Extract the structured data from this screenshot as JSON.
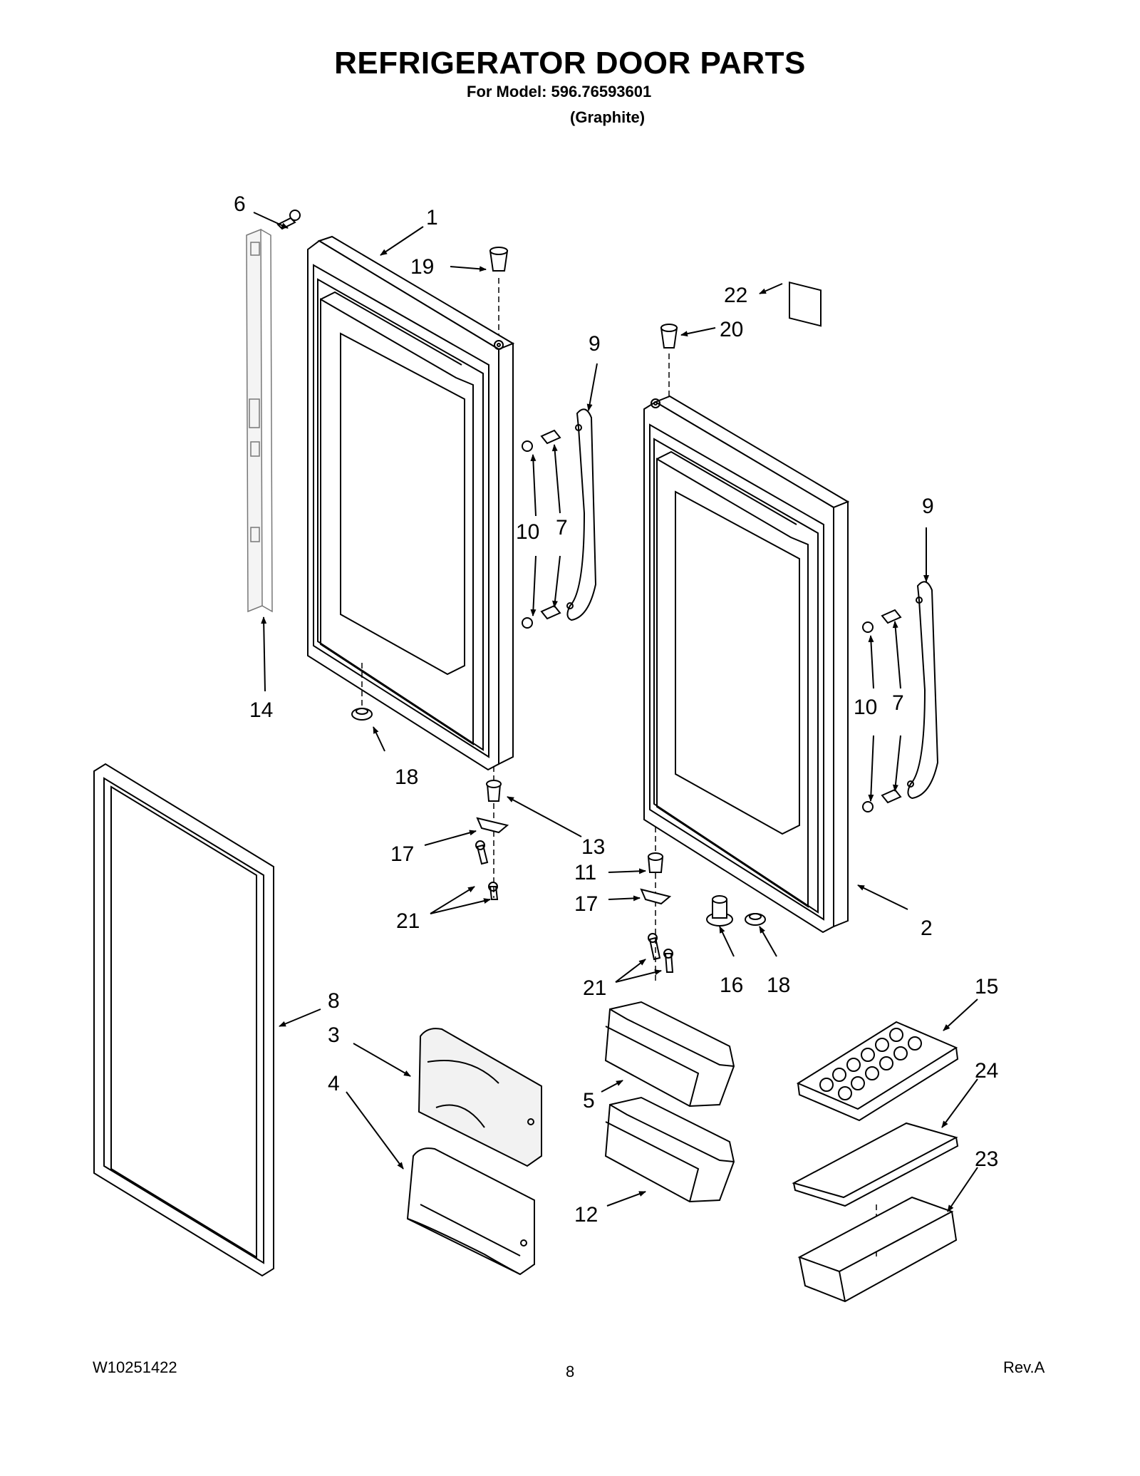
{
  "header": {
    "title": "REFRIGERATOR DOOR PARTS",
    "model_line": "For Model: 596.76593601",
    "color_line": "(Graphite)"
  },
  "callouts": {
    "c1": "1",
    "c2": "2",
    "c3": "3",
    "c4": "4",
    "c5": "5",
    "c6": "6",
    "c7a": "7",
    "c7b": "7",
    "c8": "8",
    "c9a": "9",
    "c9b": "9",
    "c10a": "10",
    "c10b": "10",
    "c11": "11",
    "c12": "12",
    "c13": "13",
    "c14": "14",
    "c15": "15",
    "c16": "16",
    "c17a": "17",
    "c17b": "17",
    "c18a": "18",
    "c18b": "18",
    "c19": "19",
    "c20": "20",
    "c21a": "21",
    "c21b": "21",
    "c22": "22",
    "c23": "23",
    "c24": "24"
  },
  "footer": {
    "doc_number": "W10251422",
    "page_number": "8",
    "revision": "Rev.A"
  }
}
